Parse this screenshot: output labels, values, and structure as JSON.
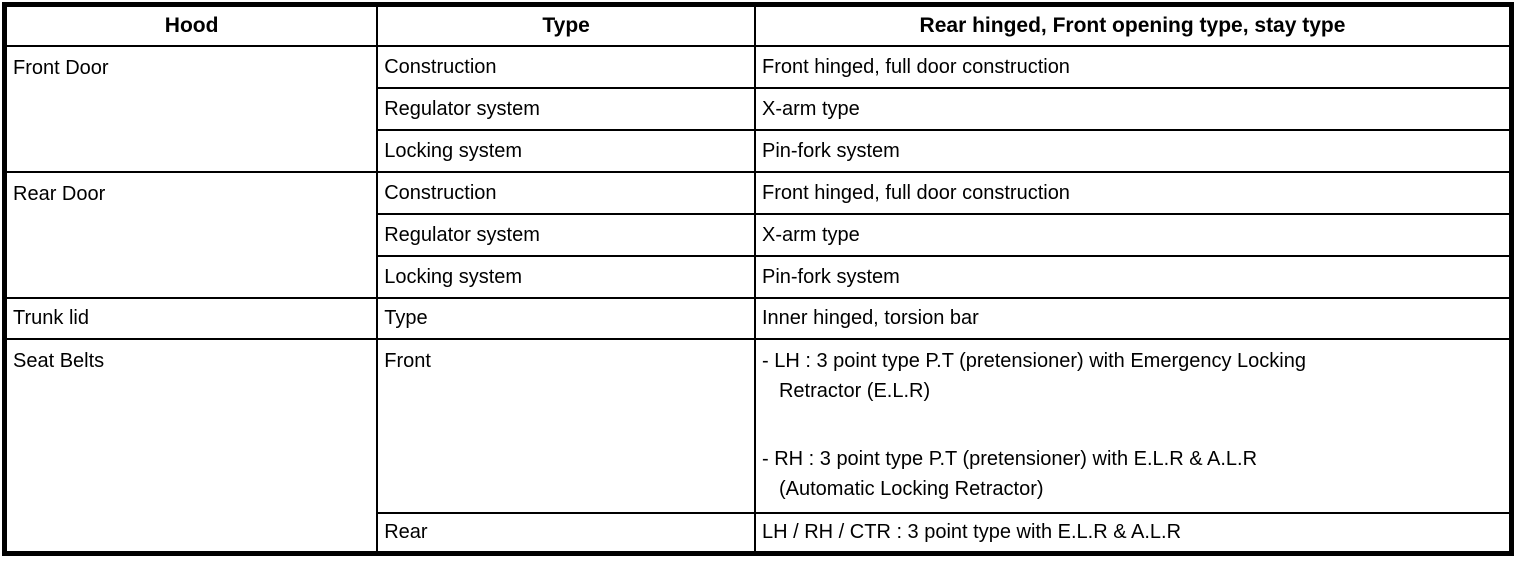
{
  "colors": {
    "background": "#ffffff",
    "border": "#000000",
    "text": "#000000"
  },
  "table": {
    "header": {
      "hood": "Hood",
      "type": "Type",
      "value": "Rear hinged, Front opening type, stay type"
    },
    "groups": [
      {
        "label": "Front Door",
        "rows": [
          {
            "type": "Construction",
            "value": "Front hinged, full door construction"
          },
          {
            "type": "Regulator system",
            "value": "X-arm type"
          },
          {
            "type": "Locking system",
            "value": "Pin-fork system"
          }
        ]
      },
      {
        "label": "Rear Door",
        "rows": [
          {
            "type": "Construction",
            "value": "Front hinged, full door construction"
          },
          {
            "type": "Regulator system",
            "value": "X-arm type"
          },
          {
            "type": "Locking system",
            "value": "Pin-fork system"
          }
        ]
      },
      {
        "label": "Trunk lid",
        "rows": [
          {
            "type": "Type",
            "value": "Inner hinged, torsion bar"
          }
        ]
      },
      {
        "label": "Seat Belts",
        "rows": [
          {
            "type": "Front",
            "lh_line1": "- LH : 3 point type P.T (pretensioner) with Emergency Locking",
            "lh_line2": "Retractor (E.L.R)",
            "rh_line1": "- RH : 3 point type P.T (pretensioner) with E.L.R & A.L.R",
            "rh_line2": "(Automatic Locking Retractor)"
          },
          {
            "type": "Rear",
            "value": "LH / RH / CTR : 3 point type with E.L.R & A.L.R"
          }
        ]
      }
    ]
  }
}
